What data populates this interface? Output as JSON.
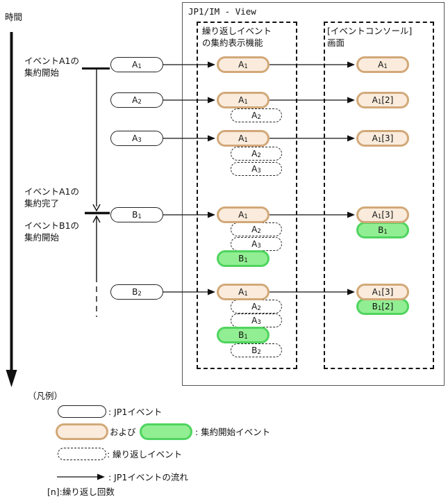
{
  "header": {
    "title": "JP1/IM - View"
  },
  "time_axis": {
    "label": "時間"
  },
  "side_labels": {
    "a1_start": {
      "line1": "イベントA1の",
      "line2": "集約開始"
    },
    "a1_end": {
      "line1": "イベントA1の",
      "line2": "集約完了"
    },
    "b1_start": {
      "line1": "イベントB1の",
      "line2": "集約開始"
    }
  },
  "funnel_box": {
    "label_line1": "繰り返しイベント",
    "label_line2": "の集約表示機能"
  },
  "console_box": {
    "label_line1": "[イベントコンソール]",
    "label_line2": "画面"
  },
  "events": {
    "input": [
      {
        "base": "A",
        "sub": "1"
      },
      {
        "base": "A",
        "sub": "2"
      },
      {
        "base": "A",
        "sub": "3"
      },
      {
        "base": "B",
        "sub": "1"
      },
      {
        "base": "B",
        "sub": "2"
      }
    ],
    "funnel": [
      [
        {
          "base": "A",
          "sub": "1",
          "type": "aggregation-start"
        }
      ],
      [
        {
          "base": "A",
          "sub": "1",
          "type": "aggregation-start"
        },
        {
          "base": "A",
          "sub": "2",
          "type": "repeated"
        }
      ],
      [
        {
          "base": "A",
          "sub": "1",
          "type": "aggregation-start"
        },
        {
          "base": "A",
          "sub": "2",
          "type": "repeated"
        },
        {
          "base": "A",
          "sub": "3",
          "type": "repeated"
        }
      ],
      [
        {
          "base": "A",
          "sub": "1",
          "type": "aggregation-start"
        },
        {
          "base": "A",
          "sub": "2",
          "type": "repeated"
        },
        {
          "base": "A",
          "sub": "3",
          "type": "repeated"
        },
        {
          "base": "B",
          "sub": "1",
          "type": "aggregation-start"
        }
      ],
      [
        {
          "base": "A",
          "sub": "1",
          "type": "aggregation-start"
        },
        {
          "base": "A",
          "sub": "2",
          "type": "repeated"
        },
        {
          "base": "A",
          "sub": "3",
          "type": "repeated"
        },
        {
          "base": "B",
          "sub": "1",
          "type": "aggregation-start"
        },
        {
          "base": "B",
          "sub": "2",
          "type": "repeated"
        }
      ]
    ],
    "console": [
      [
        {
          "base": "A",
          "sub": "1",
          "suffix": ""
        }
      ],
      [
        {
          "base": "A",
          "sub": "1",
          "suffix": "[2]"
        }
      ],
      [
        {
          "base": "A",
          "sub": "1",
          "suffix": "[3]"
        }
      ],
      [
        {
          "base": "A",
          "sub": "1",
          "suffix": "[3]"
        },
        {
          "base": "B",
          "sub": "1",
          "suffix": ""
        }
      ],
      [
        {
          "base": "A",
          "sub": "1",
          "suffix": "[3]"
        },
        {
          "base": "B",
          "sub": "1",
          "suffix": "[2]"
        }
      ]
    ]
  },
  "legend": {
    "title": "（凡例）",
    "jp1_event_label": ": JP1イベント",
    "aggregation_between": "および",
    "aggregation_label": ": 集約開始イベント",
    "repeated_label": ": 繰り返しイベント",
    "flow_label": ": JP1イベントの流れ",
    "count_label": "[n]:繰り返し回数"
  },
  "colors": {
    "aggregation_start_a_border": "#D2A878",
    "aggregation_start_a_fill": "#FAEBDC",
    "aggregation_start_b_border": "#4FD45F",
    "aggregation_start_b_fill": "#92EE92",
    "line": "#111111"
  }
}
